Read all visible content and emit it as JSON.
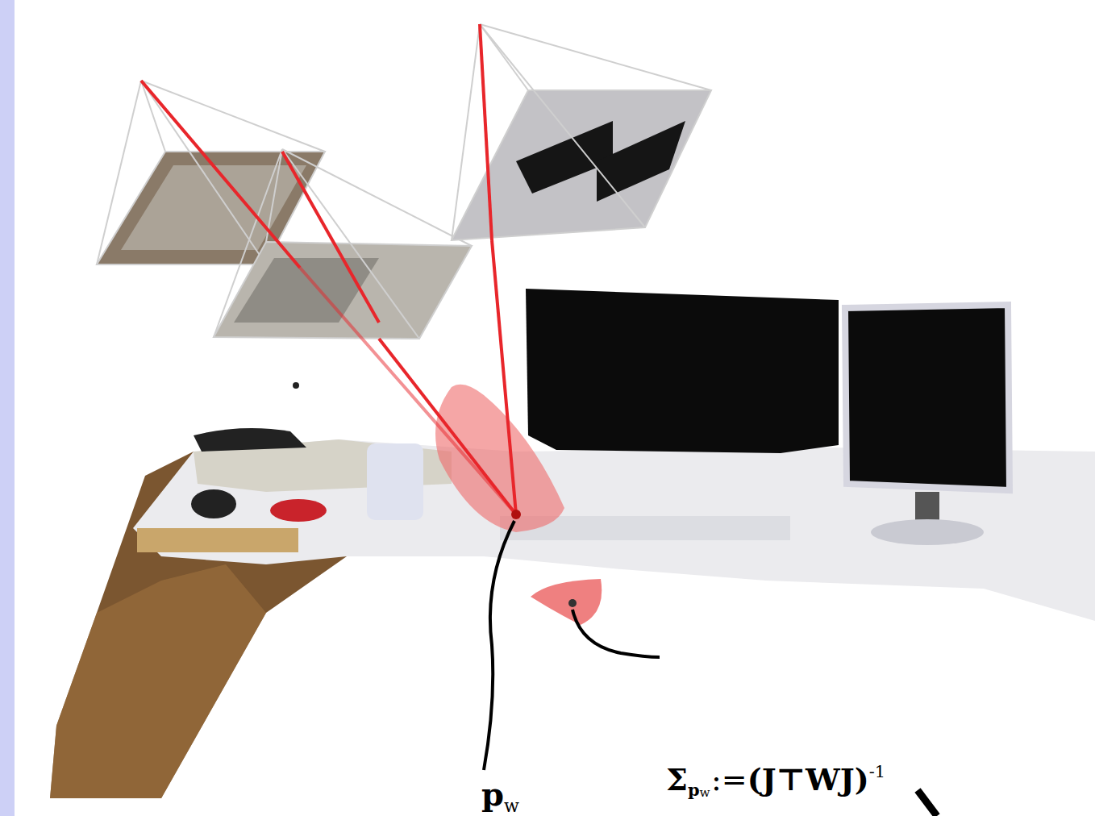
{
  "diagram": {
    "labels": [
      "p",
      "w",
      "Σ",
      "p",
      "w",
      ":=",
      "(J⊤WJ)",
      "-1"
    ]
  }
}
